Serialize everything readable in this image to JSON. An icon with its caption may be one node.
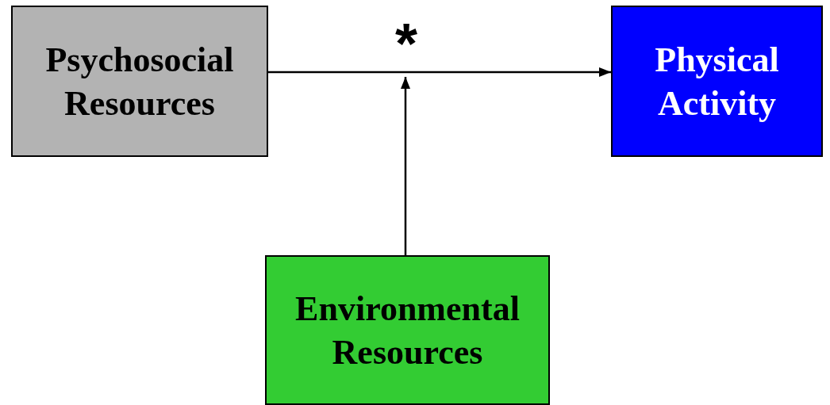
{
  "diagram": {
    "nodes": [
      {
        "text": [
          "Psychosocial Resources"
        ]
      },
      {
        "text": [
          "Physical Activity"
        ]
      },
      {
        "text": [
          "Environmental Resources"
        ]
      }
    ],
    "edges": [
      {
        "from": 0,
        "to": 1,
        "arrow": "to",
        "label": "*"
      },
      {
        "from": 2,
        "to": null,
        "arrow": "to"
      }
    ]
  }
}
